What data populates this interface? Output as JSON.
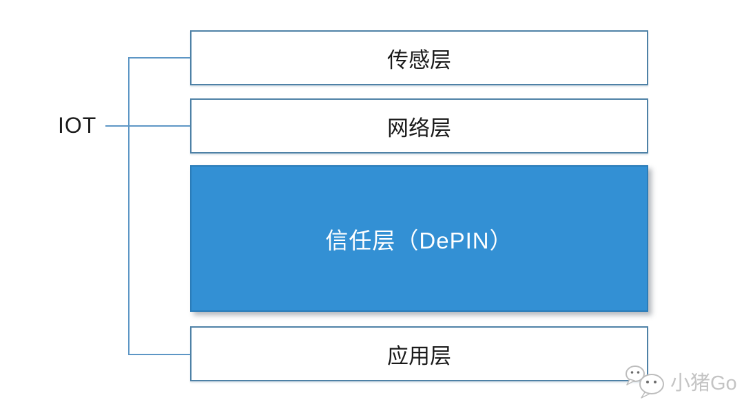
{
  "diagram": {
    "root_label": "IOT",
    "layers": [
      {
        "id": "sensing",
        "label": "传感层",
        "style": "outline"
      },
      {
        "id": "network",
        "label": "网络层",
        "style": "outline"
      },
      {
        "id": "trust",
        "label": "信任层（DePIN）",
        "style": "filled"
      },
      {
        "id": "application",
        "label": "应用层",
        "style": "outline"
      }
    ]
  },
  "watermark": {
    "text": "小猪Go",
    "icon": "wechat-icon"
  },
  "colors": {
    "box_border": "#4e81a6",
    "connector_line": "#5d96c5",
    "filled_box_fill": "#3390d4",
    "filled_box_border": "#2b7cb8",
    "filled_box_text": "#ffffff",
    "box_text": "#1a1a1a",
    "watermark_text": "#c4c4c4"
  }
}
